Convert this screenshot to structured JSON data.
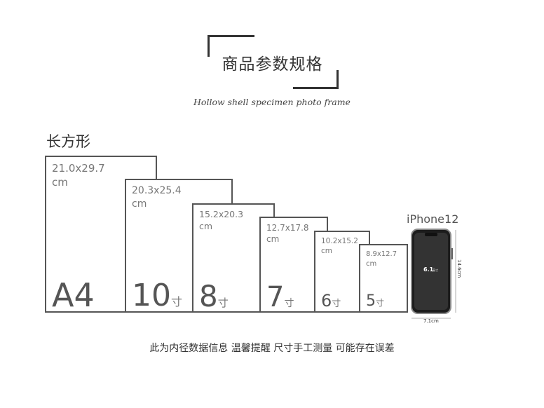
{
  "header": {
    "title": "商品参数规格",
    "subtitle": "Hollow shell specimen photo frame"
  },
  "section_title": "长方形",
  "frames": [
    {
      "size": "21.0x29.7\ncm",
      "name": "A4",
      "unit": ""
    },
    {
      "size": "20.3x25.4\ncm",
      "name": "10",
      "unit": "寸"
    },
    {
      "size": "15.2x20.3\ncm",
      "name": "8",
      "unit": "寸"
    },
    {
      "size": "12.7x17.8\ncm",
      "name": "7",
      "unit": "寸"
    },
    {
      "size": "10.2x15.2\ncm",
      "name": "6",
      "unit": "寸"
    },
    {
      "size": "8.9x12.7\ncm",
      "name": "5",
      "unit": "寸"
    }
  ],
  "phone": {
    "label": "iPhone12",
    "screen_text": "6.1",
    "screen_unit": "英寸",
    "height": "14.6cm",
    "width": "7.1cm"
  },
  "footer": "此为内径数据信息  温馨提醒 尺寸手工测量 可能存在误差"
}
